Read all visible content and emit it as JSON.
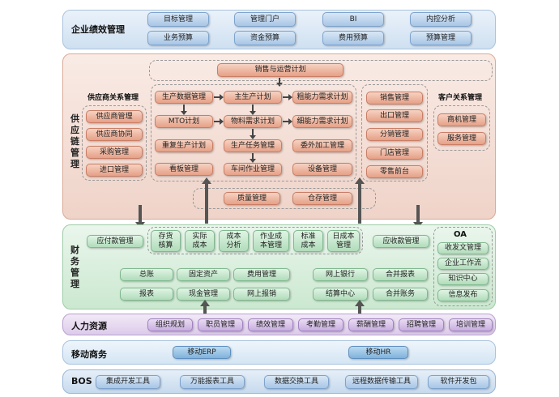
{
  "enterprise": {
    "title": "企业绩效管理",
    "items": [
      "目标管理",
      "管理门户",
      "BI",
      "内控分析",
      "业务预算",
      "资金预算",
      "费用预算",
      "预算管理"
    ]
  },
  "supply_chain": {
    "title": "供应链管理",
    "sales_plan": "销售与运营计划",
    "supplier": {
      "title": "供应商关系管理",
      "items": [
        "供应商管理",
        "供应商协同",
        "采购管理",
        "进口管理"
      ]
    },
    "production": [
      "生产数据管理",
      "主生产计划",
      "粗能力需求计划",
      "MTO计划",
      "物料需求计划",
      "细能力需求计划",
      "重复生产计划",
      "生产任务管理",
      "委外加工管理",
      "看板管理",
      "车间作业管理",
      "设备管理"
    ],
    "sales": [
      "销售管理",
      "出口管理",
      "分销管理",
      "门店管理",
      "零售前台"
    ],
    "customer": {
      "title": "客户关系管理",
      "items": [
        "商机管理",
        "服务管理"
      ]
    },
    "bottom": [
      "质量管理",
      "仓存管理"
    ]
  },
  "finance": {
    "title": "财务管理",
    "payable": "应付款管理",
    "costing": [
      "存货\n核算",
      "实际\n成本",
      "成本\n分析",
      "作业成\n本管理",
      "标准\n成本",
      "日成本\n管理"
    ],
    "receivable": "应收款管理",
    "oa": {
      "title": "OA",
      "items": [
        "收发文管理",
        "企业工作流",
        "知识中心",
        "信息发布"
      ]
    },
    "row1": [
      "总账",
      "固定资产",
      "费用管理",
      "网上银行",
      "合并报表"
    ],
    "row2": [
      "报表",
      "现金管理",
      "网上报销",
      "结算中心",
      "合并账务"
    ]
  },
  "hr": {
    "title": "人力资源",
    "items": [
      "组织规划",
      "职员管理",
      "绩效管理",
      "考勤管理",
      "薪酬管理",
      "招聘管理",
      "培训管理"
    ]
  },
  "mobile": {
    "title": "移动商务",
    "items": [
      "移动ERP",
      "移动HR"
    ]
  },
  "bos": {
    "title": "BOS",
    "items": [
      "集成开发工具",
      "万能报表工具",
      "数据交换工具",
      "远程数据传输工具",
      "软件开发包"
    ]
  },
  "colors": {
    "blue_band": "#dce9f5",
    "salmon_band": "#f3ddd4",
    "green_band": "#dcefdf",
    "purple_band": "#e6dcef"
  }
}
